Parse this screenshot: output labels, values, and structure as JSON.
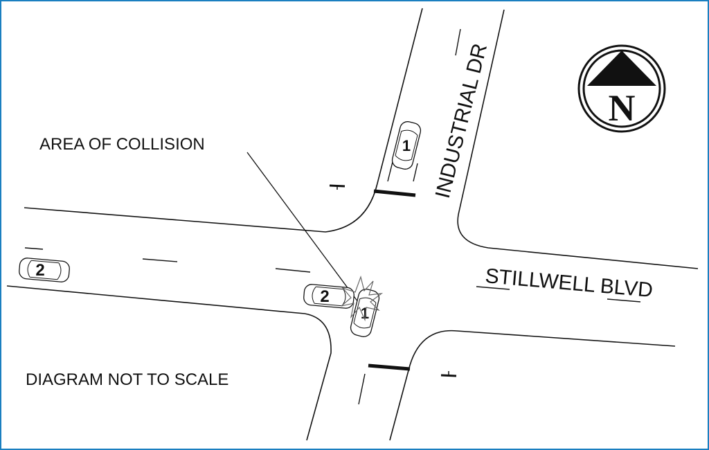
{
  "diagram": {
    "street_ns": "INDUSTRIAL DR",
    "street_ew": "STILLWELL BLVD",
    "collision_label": "AREA OF COLLISION",
    "scale_note": "DIAGRAM NOT TO SCALE",
    "compass_letter": "N",
    "vehicles": [
      {
        "id": "vehicle-1-north",
        "label": "1"
      },
      {
        "id": "vehicle-1-collision",
        "label": "1"
      },
      {
        "id": "vehicle-2-west",
        "label": "2"
      },
      {
        "id": "vehicle-2-collision",
        "label": "2"
      }
    ],
    "colors": {
      "border": "#1a7fc0",
      "ink": "#111111"
    }
  }
}
